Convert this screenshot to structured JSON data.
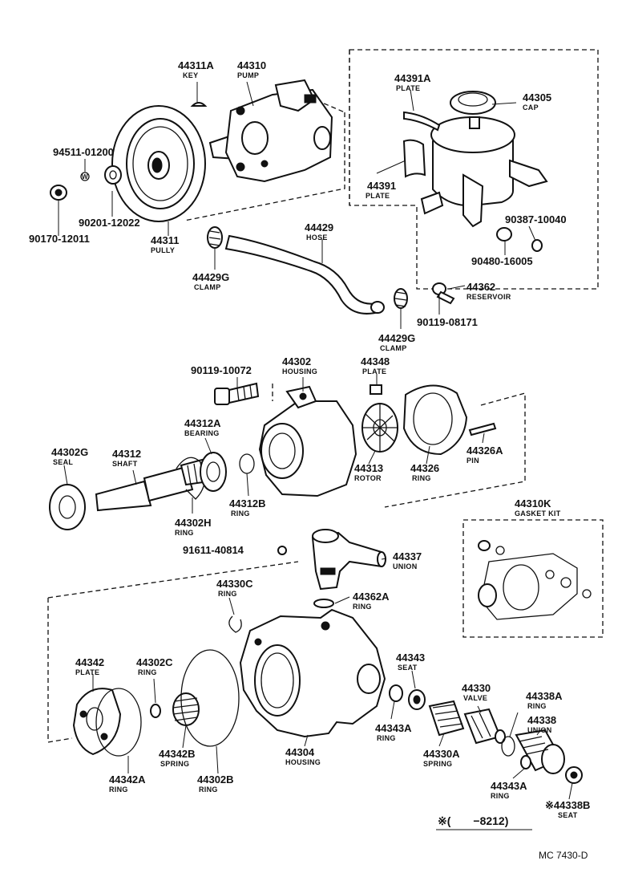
{
  "callouts": {
    "p44311A": {
      "num": "44311A",
      "label": "KEY"
    },
    "p44310": {
      "num": "44310",
      "label": "PUMP"
    },
    "p44391A": {
      "num": "44391A",
      "label": "PLATE"
    },
    "p44305": {
      "num": "44305",
      "label": "CAP"
    },
    "p94511": {
      "num": "94511-01200",
      "label": ""
    },
    "p90201": {
      "num": "90201-12022",
      "label": ""
    },
    "p90170": {
      "num": "90170-12011",
      "label": ""
    },
    "p44311": {
      "num": "44311",
      "label": "PULLY"
    },
    "p44391": {
      "num": "44391",
      "label": "PLATE"
    },
    "p90387": {
      "num": "90387-10040",
      "label": ""
    },
    "p90480": {
      "num": "90480-16005",
      "label": ""
    },
    "p44429": {
      "num": "44429",
      "label": "HOSE"
    },
    "p44429G_a": {
      "num": "44429G",
      "label": "CLAMP"
    },
    "p44362": {
      "num": "44362",
      "label": "RESERVOIR"
    },
    "p90119_08171": {
      "num": "90119-08171",
      "label": ""
    },
    "p44429G_b": {
      "num": "44429G",
      "label": "CLAMP"
    },
    "p90119_10072": {
      "num": "90119-10072",
      "label": ""
    },
    "p44302": {
      "num": "44302",
      "label": "HOUSING"
    },
    "p44348": {
      "num": "44348",
      "label": "PLATE"
    },
    "p44312A": {
      "num": "44312A",
      "label": "BEARING"
    },
    "p44302G": {
      "num": "44302G",
      "label": "SEAL"
    },
    "p44312": {
      "num": "44312",
      "label": "SHAFT"
    },
    "p44313": {
      "num": "44313",
      "label": "ROTOR"
    },
    "p44326": {
      "num": "44326",
      "label": "RING"
    },
    "p44326A": {
      "num": "44326A",
      "label": "PIN"
    },
    "p44312B": {
      "num": "44312B",
      "label": "RING"
    },
    "p44302H": {
      "num": "44302H",
      "label": "RING"
    },
    "p44310K": {
      "num": "44310K",
      "label": "GASKET KIT"
    },
    "p91611": {
      "num": "91611-40814",
      "label": ""
    },
    "p44337": {
      "num": "44337",
      "label": "UNION"
    },
    "p44330C": {
      "num": "44330C",
      "label": "RING"
    },
    "p44362A": {
      "num": "44362A",
      "label": "RING"
    },
    "p44342": {
      "num": "44342",
      "label": "PLATE"
    },
    "p44302C": {
      "num": "44302C",
      "label": "RING"
    },
    "p44343": {
      "num": "44343",
      "label": "SEAT"
    },
    "p44330": {
      "num": "44330",
      "label": "VALVE"
    },
    "p44338A": {
      "num": "44338A",
      "label": "RING"
    },
    "p44338": {
      "num": "44338",
      "label": "UNION"
    },
    "p44343A_a": {
      "num": "44343A",
      "label": "RING"
    },
    "p44330A": {
      "num": "44330A",
      "label": "SPRING"
    },
    "p44342B": {
      "num": "44342B",
      "label": "SPRING"
    },
    "p44304": {
      "num": "44304",
      "label": "HOUSING"
    },
    "p44342A": {
      "num": "44342A",
      "label": "RING"
    },
    "p44302B": {
      "num": "44302B",
      "label": "RING"
    },
    "p44343A_b": {
      "num": "44343A",
      "label": "RING"
    },
    "p44338B": {
      "num": "※44338B",
      "label": "SEAT"
    }
  },
  "footnote": "※(　　−8212)",
  "diagram_code": "MC 7430-D"
}
